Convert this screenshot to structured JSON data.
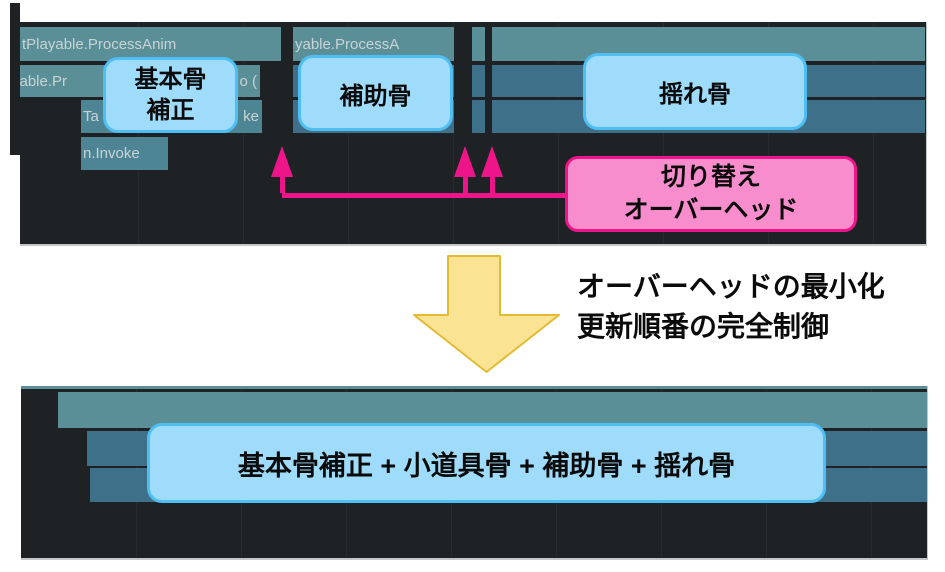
{
  "diagram": {
    "top_panel": {
      "bars": {
        "row1_left": "tPlayable.ProcessAnim",
        "row1_mid": "yable.ProcessA",
        "row2_left": "yable.Pr",
        "row2_right": "o (",
        "row3_left": "Ta",
        "row3_right": "ke",
        "row4_left": "n.Invoke"
      }
    },
    "labels": {
      "basic_bone_line1": "基本骨",
      "basic_bone_line2": "補正",
      "helper_bone": "補助骨",
      "sway_bone": "揺れ骨",
      "combined": "基本骨補正 + 小道具骨 + 補助骨 + 揺れ骨"
    },
    "overhead_callout": {
      "line1": "切り替え",
      "line2": "オーバーヘッド"
    },
    "arrow_note": {
      "line1": "オーバーヘッドの最小化",
      "line2": "更新順番の完全制御"
    },
    "colors": {
      "bar_teal": "#5A8F97",
      "bar_steel": "#3E7089",
      "panel_background": "#1F2224",
      "label_fill": "#9FDCFB",
      "label_border": "#4FBFF3",
      "pink_fill": "#F78DCD",
      "pink_accent": "#EE1489",
      "yellow_arrow_fill": "#FBE394",
      "yellow_arrow_border": "#E2BB35"
    }
  }
}
